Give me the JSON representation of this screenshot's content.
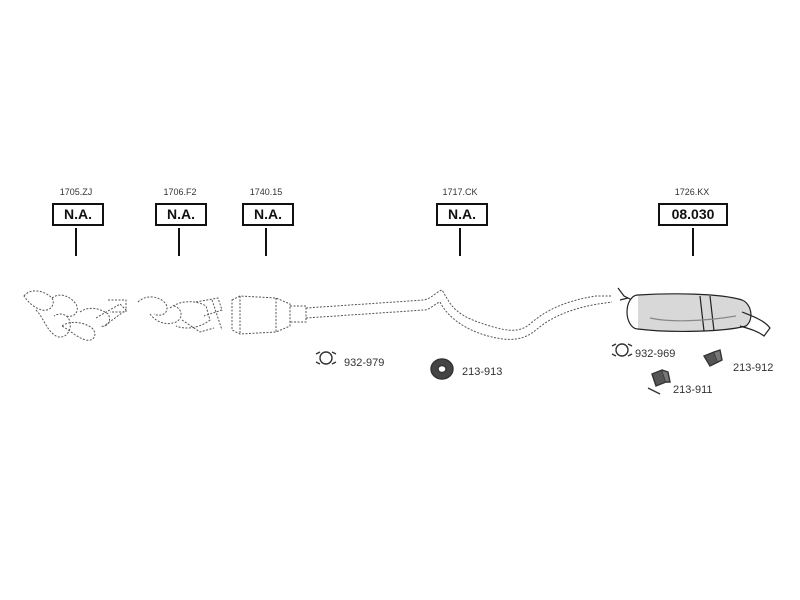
{
  "parts": [
    {
      "code": "1705.ZJ",
      "price": "N.A."
    },
    {
      "code": "1706.F2",
      "price": "N.A."
    },
    {
      "code": "1740.15",
      "price": "N.A."
    },
    {
      "code": "1717.CK",
      "price": "N.A."
    },
    {
      "code": "1726.KX",
      "price": "08.030"
    }
  ],
  "accessories": [
    {
      "code": "932-979"
    },
    {
      "code": "213-913"
    },
    {
      "code": "932-969"
    },
    {
      "code": "213-912"
    },
    {
      "code": "213-911"
    }
  ],
  "colors": {
    "ink": "#111111",
    "sketch": "#555555",
    "background": "#ffffff"
  }
}
